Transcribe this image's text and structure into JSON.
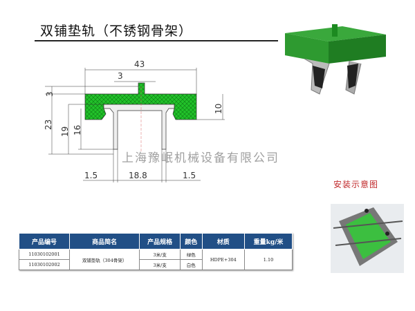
{
  "title": "双铺垫轨（不锈钢骨架）",
  "watermark": "上海豫岷机械设备有限公司",
  "install_label": "安装示意图",
  "dimensions": {
    "width": "43",
    "rib": "3",
    "total_height": "23",
    "top": "3",
    "h19": "19",
    "h16": "16",
    "h10": "10",
    "inner": "18.8",
    "wall_left": "1.5",
    "wall_right": "1.5"
  },
  "colors": {
    "green": "#22c22a",
    "header": "#214f86",
    "install_label": "#c0282a"
  },
  "table": {
    "headers": [
      "产品编号",
      "商品简名",
      "产品规格",
      "颜色",
      "材质",
      "重量kg/米"
    ],
    "rows": [
      {
        "code": "11030102001",
        "spec": "3米/支",
        "color": "绿色"
      },
      {
        "code": "11030102002",
        "spec": "3米/支",
        "color": "白色"
      }
    ],
    "name": "双铺垫轨（304骨架）",
    "material": "HDPE+304",
    "weight": "1.10"
  }
}
